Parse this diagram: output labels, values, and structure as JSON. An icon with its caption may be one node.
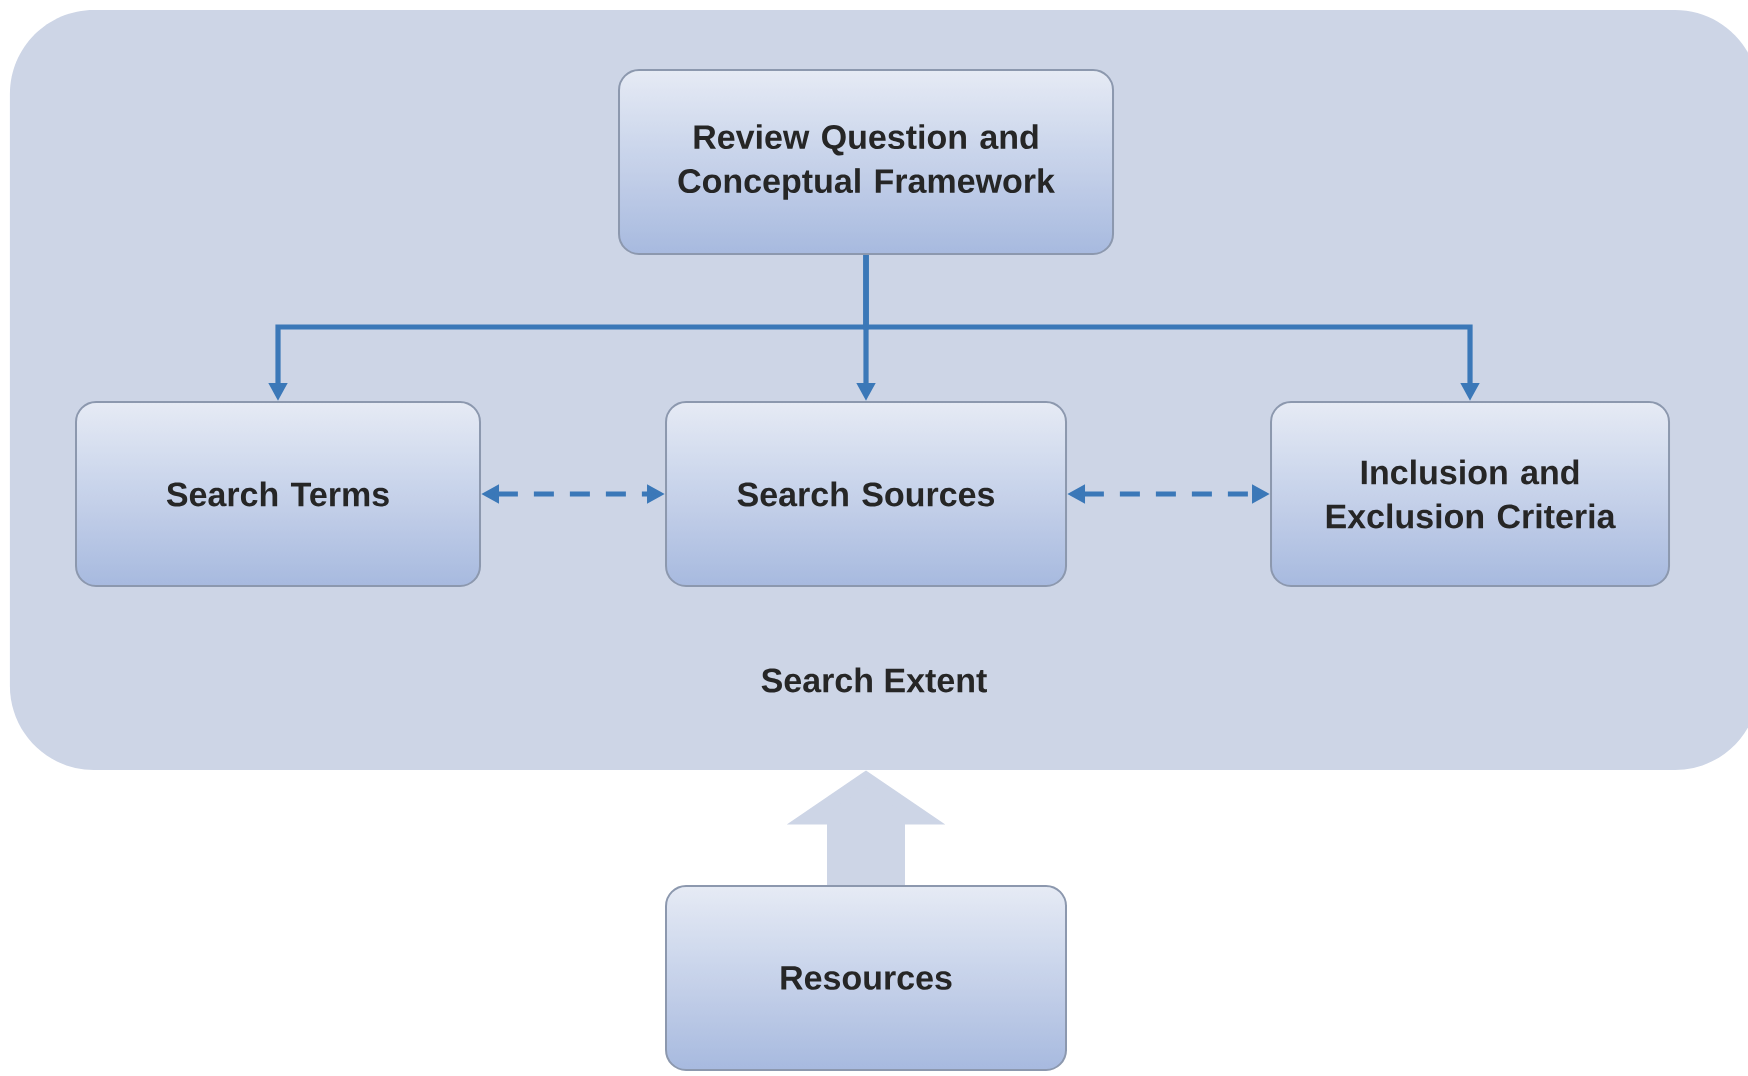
{
  "diagram": {
    "nodes": [
      {
        "text": [
          "Search Extent"
        ]
      },
      {
        "text": [
          "Review Question and Conceptual Framework"
        ],
        "in": 0
      },
      {
        "text": [
          "Search Terms"
        ],
        "in": 0
      },
      {
        "text": [
          "Search Sources"
        ],
        "in": 0
      },
      {
        "text": [
          "Inclusion and Exclusion Criteria"
        ],
        "in": 0
      },
      {
        "text": [
          "Resources"
        ]
      }
    ],
    "edges": [
      {
        "from": 1,
        "to": 2,
        "arrow": "to"
      },
      {
        "from": 1,
        "to": 3,
        "arrow": "to"
      },
      {
        "from": 1,
        "to": 4,
        "arrow": "to"
      },
      {
        "from": 2,
        "to": 3,
        "arrow": "both",
        "style": "dashed"
      },
      {
        "from": 3,
        "to": 4,
        "arrow": "both",
        "style": "dashed"
      },
      {
        "from": 5,
        "to": 0,
        "arrow": "to",
        "style": "thick",
        "color": "#cdd5e6"
      }
    ]
  }
}
